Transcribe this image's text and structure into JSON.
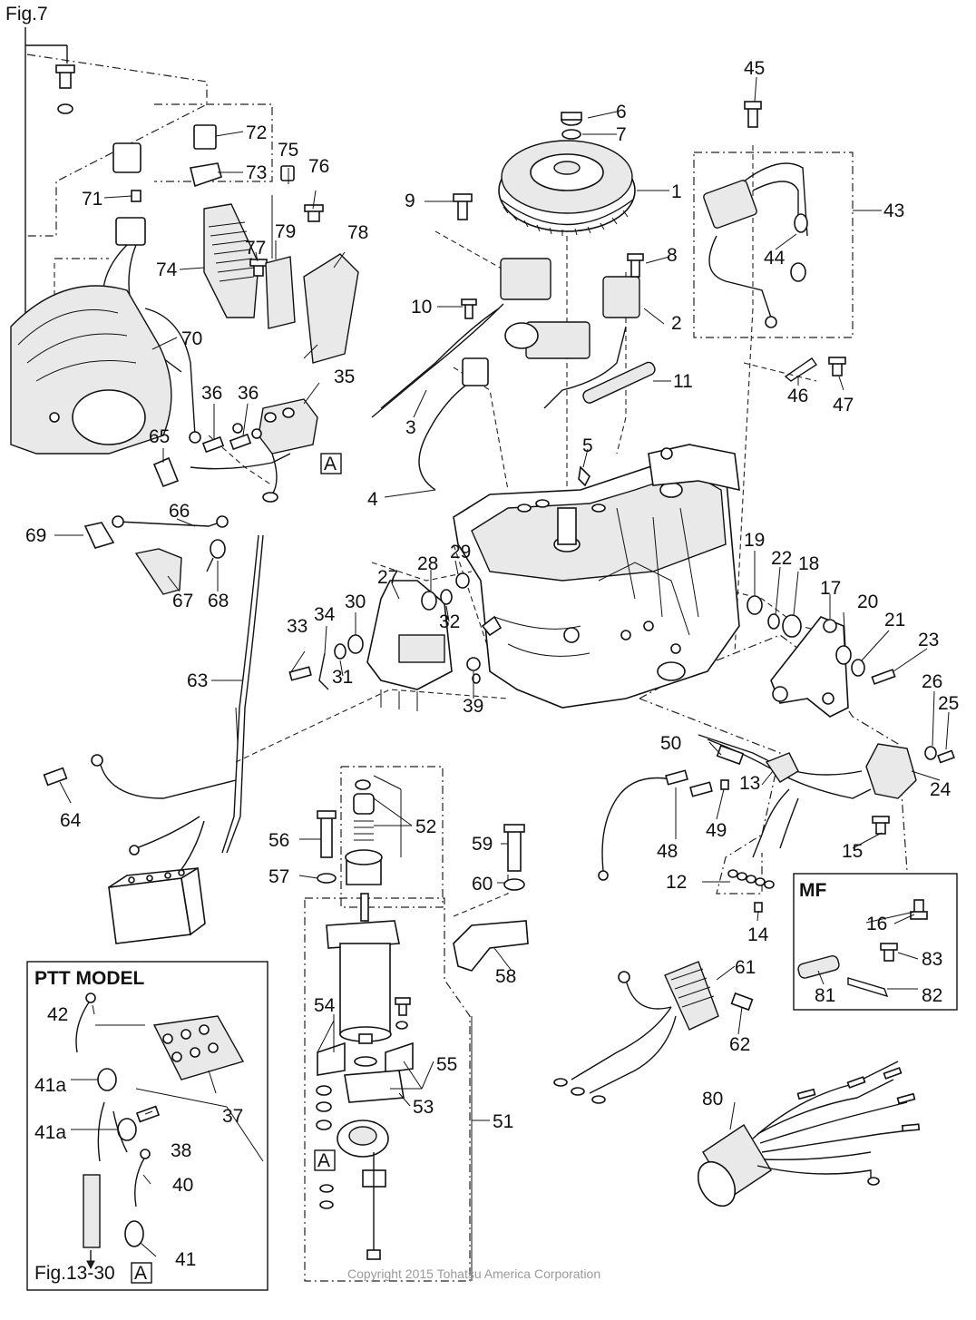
{
  "figure": {
    "fig_ref": "Fig.7",
    "copyright": "Copyright 2015 Tohatsu America Corporation"
  },
  "insets": {
    "ptt": {
      "title": "PTT MODEL",
      "fig_ref": "Fig.13-30",
      "marker": "A"
    },
    "mf": {
      "title": "MF"
    }
  },
  "markers": {
    "a": "A"
  },
  "callouts": {
    "c1": "1",
    "c2": "2",
    "c3": "3",
    "c4": "4",
    "c5": "5",
    "c6": "6",
    "c7": "7",
    "c8": "8",
    "c9": "9",
    "c10": "10",
    "c11": "11",
    "c12": "12",
    "c13": "13",
    "c14": "14",
    "c15": "15",
    "c16": "16",
    "c17": "17",
    "c18": "18",
    "c19": "19",
    "c20": "20",
    "c21": "21",
    "c22": "22",
    "c23": "23",
    "c24": "24",
    "c25": "25",
    "c26": "26",
    "c27": "27",
    "c28": "28",
    "c29": "29",
    "c30": "30",
    "c31": "31",
    "c32": "32",
    "c33": "33",
    "c34": "34",
    "c35": "35",
    "c36a": "36",
    "c36b": "36",
    "c37": "37",
    "c38": "38",
    "c39": "39",
    "c40": "40",
    "c41": "41",
    "c41a1": "41a",
    "c41a2": "41a",
    "c42": "42",
    "c43": "43",
    "c44": "44",
    "c45": "45",
    "c46": "46",
    "c47": "47",
    "c48": "48",
    "c49": "49",
    "c50": "50",
    "c51": "51",
    "c52": "52",
    "c53": "53",
    "c54": "54",
    "c55": "55",
    "c56": "56",
    "c57": "57",
    "c58": "58",
    "c59": "59",
    "c60": "60",
    "c61": "61",
    "c62": "62",
    "c63": "63",
    "c64": "64",
    "c65": "65",
    "c66": "66",
    "c67": "67",
    "c68": "68",
    "c69": "69",
    "c70": "70",
    "c71": "71",
    "c72": "72",
    "c73": "73",
    "c74": "74",
    "c75": "75",
    "c76": "76",
    "c77": "77",
    "c78": "78",
    "c79": "79",
    "c80": "80",
    "c81": "81",
    "c82": "82",
    "c83": "83"
  }
}
